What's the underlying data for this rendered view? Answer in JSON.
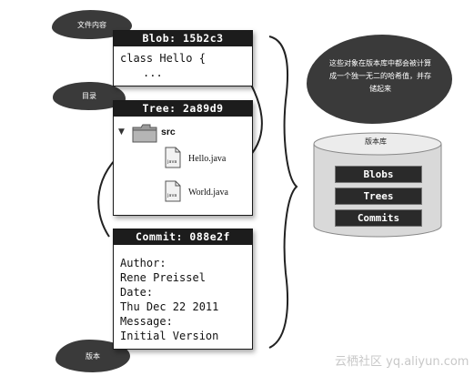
{
  "labels": {
    "file_content": "文件内容",
    "directory": "目录",
    "version": "版本"
  },
  "blob": {
    "header": "Blob: 15b2c3",
    "lines": [
      "class Hello {",
      "..."
    ]
  },
  "tree": {
    "header": "Tree: 2a89d9",
    "folder": "src",
    "files": [
      {
        "name": "Hello.java",
        "icon_text": "java"
      },
      {
        "name": "World.java",
        "icon_text": "java"
      }
    ]
  },
  "commit": {
    "header": "Commit: 088e2f",
    "lines": [
      "Author:",
      "Rene Preissel",
      "Date:",
      "Thu Dec 22 2011",
      "Message:",
      "Initial Version"
    ]
  },
  "callout": {
    "text": "这些对象在版本库中都会被计算成一个独一无二的哈希值，并存储起来"
  },
  "repository": {
    "title": "版本库",
    "items": [
      "Blobs",
      "Trees",
      "Commits"
    ]
  },
  "watermark": "云栖社区 yq.aliyun.com",
  "colors": {
    "label_fill": "#3a3a3a",
    "header_fill": "#1c1c1c",
    "cylinder_fill": "#d9d9d9"
  }
}
